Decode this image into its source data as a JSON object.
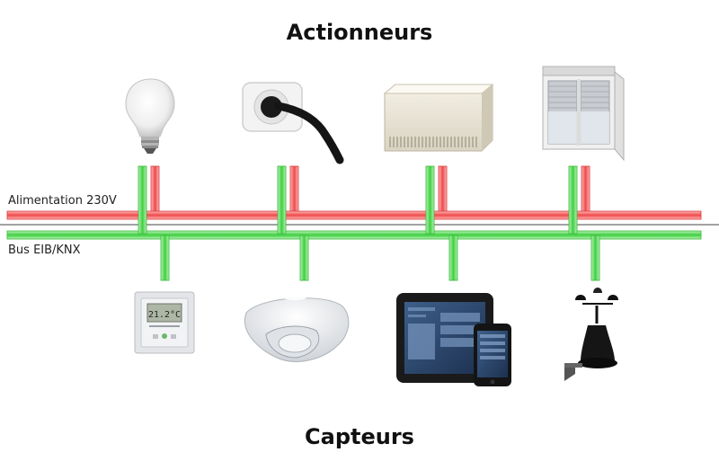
{
  "titles": {
    "top": "Actionneurs",
    "bottom": "Capteurs"
  },
  "buses": {
    "power_label": "Alimentation 230V",
    "knx_label": "Bus EIB/KNX"
  },
  "thermostat": {
    "display_value": "21.2°C"
  },
  "colors": {
    "power_line": "#ee4a4a",
    "bus_line": "#4ed24e",
    "separator": "#444444"
  },
  "actuators": [
    {
      "name": "light-bulb"
    },
    {
      "name": "power-outlet-with-plug"
    },
    {
      "name": "convector-heater"
    },
    {
      "name": "window-with-blinds"
    }
  ],
  "sensors": [
    {
      "name": "room-thermostat"
    },
    {
      "name": "presence-detector"
    },
    {
      "name": "tablet-and-smartphone"
    },
    {
      "name": "anemometer"
    }
  ]
}
